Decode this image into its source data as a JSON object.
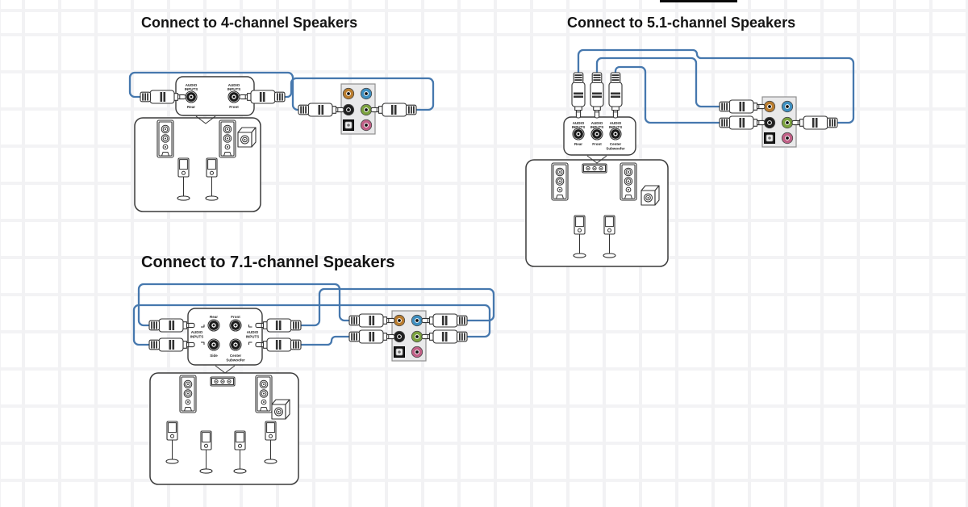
{
  "colors": {
    "cable": "#4678ae",
    "outline": "#333333",
    "orange": "#b97c2e",
    "blue": "#3e8fc0",
    "black": "#1f1f1f",
    "lime": "#7ba23f",
    "pink": "#c05f86",
    "panel_bg": "#e9e9ea"
  },
  "sections": {
    "four_channel": {
      "title": "Connect to 4-channel Speakers",
      "jack_labels": {
        "audio": "AUDIO",
        "inputs": "INPUTS",
        "rear": "Rear",
        "front": "Front"
      }
    },
    "five_one_channel": {
      "title": "Connect to 5.1-channel Speakers",
      "jack_labels": {
        "audio": "AUDIO",
        "inputs": "INPUTS",
        "rear": "Rear",
        "front": "Front",
        "center": "Center",
        "subwoofer": "Subwoofer"
      }
    },
    "seven_one_channel": {
      "title": "Connect to 7.1-channel Speakers",
      "jack_labels": {
        "audio": "AUDIO",
        "inputs": "INPUTS",
        "rear": "Rear",
        "front": "Front",
        "side": "Side",
        "center": "Center",
        "subwoofer": "Subwoofer"
      }
    }
  }
}
